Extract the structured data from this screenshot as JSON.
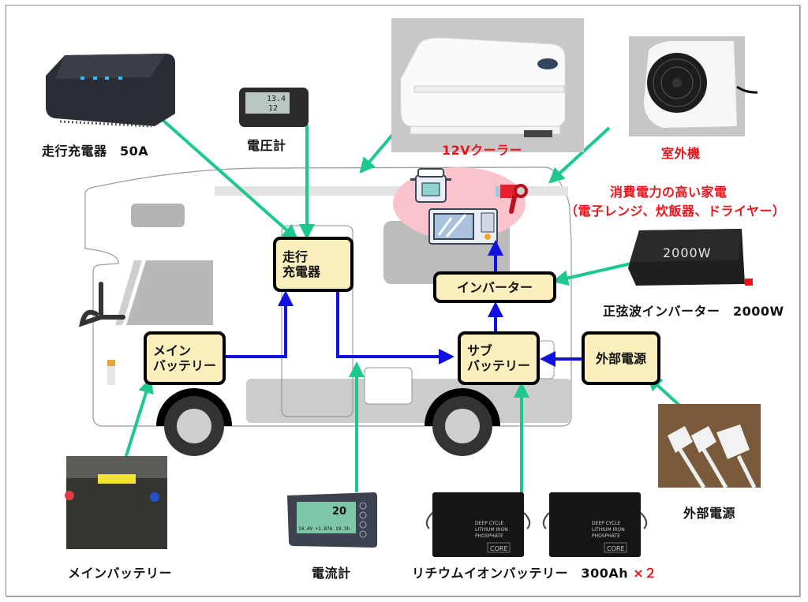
{
  "diagram": {
    "title": "Camper van power system",
    "colors": {
      "accent_green": "#1cc890",
      "flow_blue": "#1010e0",
      "node_fill": "#fbefbd",
      "highlight_red": "#e8141b",
      "appliance_zone": "#fbc3cb"
    },
    "nodes": {
      "charger": {
        "line1": "走行",
        "line2": "充電器"
      },
      "main_battery": {
        "line1": "メイン",
        "line2": "バッテリー"
      },
      "sub_battery": {
        "line1": "サブ",
        "line2": "バッテリー"
      },
      "inverter": {
        "label": "インバーター"
      },
      "external_power": {
        "label": "外部電源"
      }
    },
    "devices": {
      "charger": {
        "label": "走行充電器　50A"
      },
      "voltmeter": {
        "label": "電圧計",
        "display_top": "13.4",
        "display_bottom": "12"
      },
      "cooler": {
        "label": "12Vクーラー"
      },
      "outdoor_unit": {
        "label": "室外機"
      },
      "appliances": {
        "line1": "消費電力の高い家電",
        "line2": "（電子レンジ、炊飯器、ドライヤー）"
      },
      "inverter": {
        "label": "正弦波インバーター　2000W",
        "panel_text": "2000W"
      },
      "main_battery": {
        "label": "メインバッテリー"
      },
      "ammeter": {
        "label": "電流計",
        "display_percent": "20",
        "display_line": "14.4V +1.87A 19.3h"
      },
      "lithium": {
        "label": "リチウムイオンバッテリー　300Ah",
        "multiplier": "×２",
        "panel_line1": "DEEP CYCLE",
        "panel_line2": "LITHIUM IRON",
        "panel_line3": "PHOSPHATE",
        "brand": "CORE"
      },
      "external_power": {
        "label": "外部電源"
      }
    },
    "flows": [
      {
        "from": "main_battery",
        "to": "charger"
      },
      {
        "from": "charger",
        "to": "sub_battery"
      },
      {
        "from": "sub_battery",
        "to": "inverter"
      },
      {
        "from": "inverter",
        "to": "appliances"
      },
      {
        "from": "external_power",
        "to": "sub_battery"
      }
    ]
  }
}
